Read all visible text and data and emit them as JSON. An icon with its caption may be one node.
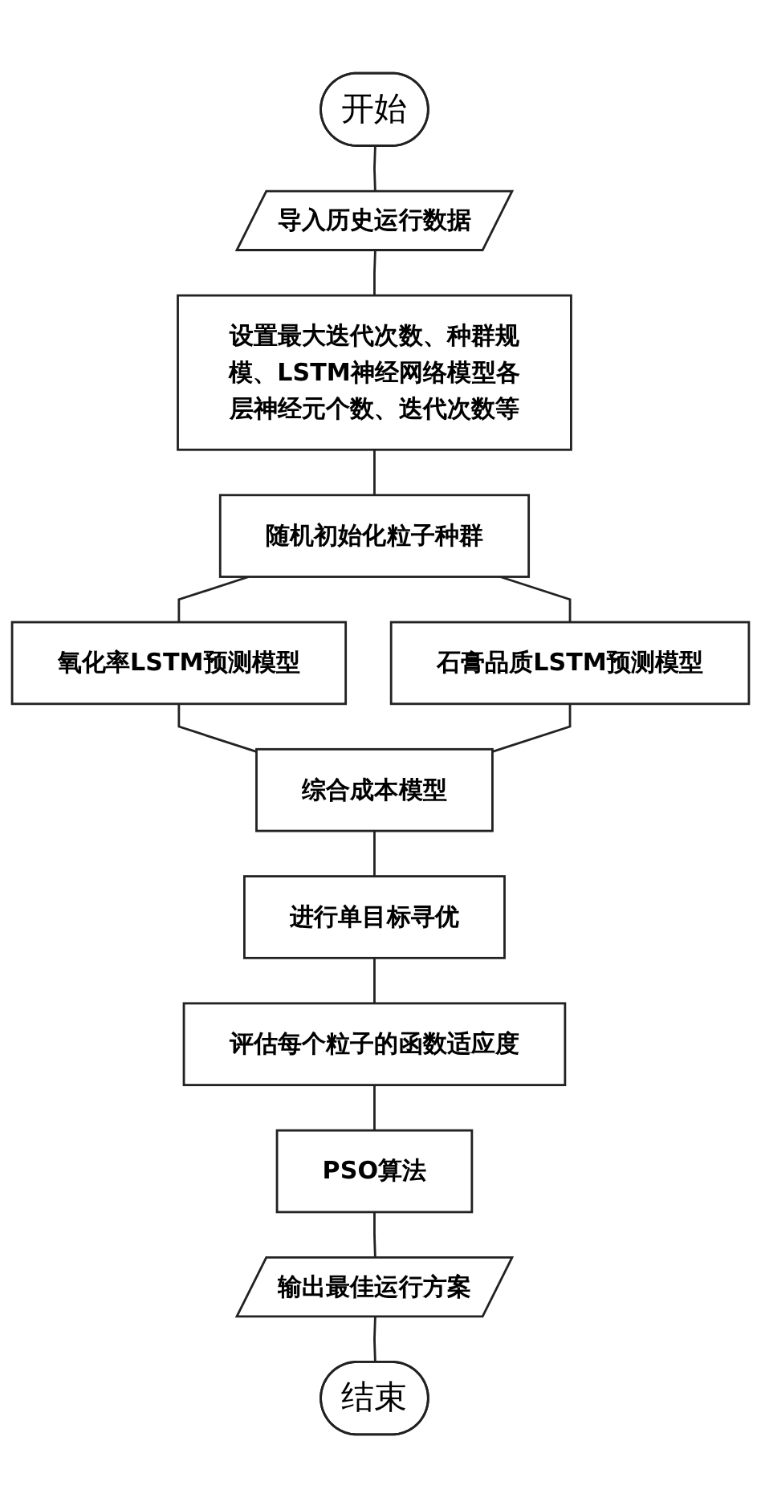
{
  "diagram": {
    "nodes": [
      {
        "text": [
          "开始"
        ]
      },
      {
        "text": [
          "导入历史运行数据"
        ]
      },
      {
        "text": [
          "设置最大迭代次数、种群规模、LSTM神经网络模型各层神经元个数、迭代次数等"
        ]
      },
      {
        "text": [
          "随机初始化粒子种群"
        ]
      },
      {
        "text": [
          "氧化率LSTM预测模型"
        ]
      },
      {
        "text": [
          "石膏品质LSTM预测模型"
        ]
      },
      {
        "text": [
          "综合成本模型"
        ]
      },
      {
        "text": [
          "进行单目标寻优"
        ]
      },
      {
        "text": [
          "评估每个粒子的函数适应度"
        ]
      },
      {
        "text": [
          "PSO算法"
        ]
      },
      {
        "text": [
          "输出最佳运行方案"
        ]
      },
      {
        "text": [
          "结束"
        ]
      }
    ],
    "edges": [
      {
        "from": 0,
        "to": 1,
        "arrow": "none"
      },
      {
        "from": 1,
        "to": 2,
        "arrow": "none"
      },
      {
        "from": 2,
        "to": 3,
        "arrow": "none"
      },
      {
        "from": 3,
        "to": 4,
        "arrow": "none"
      },
      {
        "from": 3,
        "to": 5,
        "arrow": "none"
      },
      {
        "from": 4,
        "to": 6,
        "arrow": "none"
      },
      {
        "from": 5,
        "to": 6,
        "arrow": "none"
      },
      {
        "from": 6,
        "to": 7,
        "arrow": "none"
      },
      {
        "from": 7,
        "to": 8,
        "arrow": "none"
      },
      {
        "from": 8,
        "to": 9,
        "arrow": "none"
      },
      {
        "from": 9,
        "to": 10,
        "arrow": "none"
      },
      {
        "from": 10,
        "to": 11,
        "arrow": "none"
      }
    ]
  }
}
